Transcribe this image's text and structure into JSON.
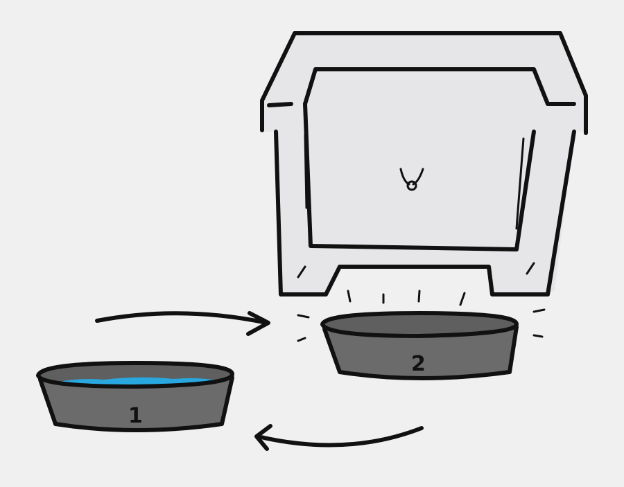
{
  "illustration": {
    "bowl_1": {
      "label": "1",
      "contains_water": true
    },
    "bowl_2": {
      "label": "2",
      "contains_water": false
    },
    "colors": {
      "background": "#f0f0f0",
      "box": "#e6e5e7",
      "bowl": "#6b6b6b",
      "bowl_rim": "#5f5f5f",
      "water": "#29a8e0",
      "ink": "#111111"
    },
    "icons": [
      "box-with-face",
      "bowl",
      "arrow-right",
      "arrow-left"
    ]
  }
}
